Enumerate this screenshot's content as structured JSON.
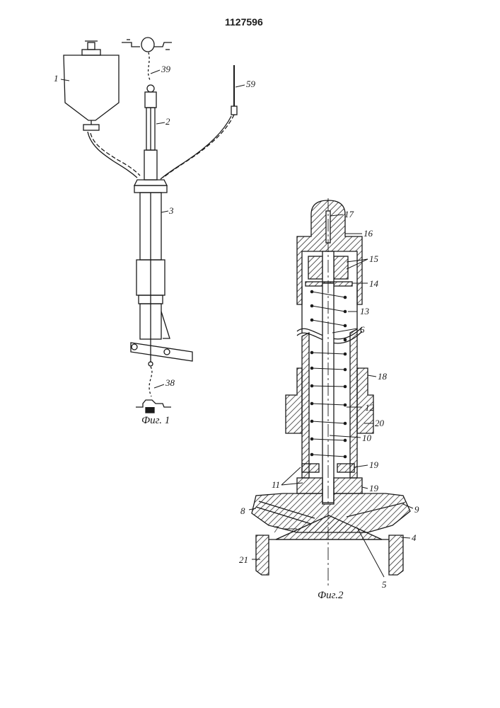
{
  "patent_number": "1127596",
  "figures": [
    {
      "caption": "Фиг. 1",
      "labels": [
        "1",
        "2",
        "3",
        "38",
        "39",
        "59"
      ]
    },
    {
      "caption": "Фиг.2",
      "labels": [
        "4",
        "5",
        "6",
        "7",
        "8",
        "9",
        "10",
        "11",
        "12",
        "13",
        "14",
        "15",
        "16",
        "17",
        "18",
        "19",
        "19",
        "20",
        "21"
      ]
    }
  ],
  "colors": {
    "ink": "#1a1a1a",
    "paper": "#ffffff"
  }
}
